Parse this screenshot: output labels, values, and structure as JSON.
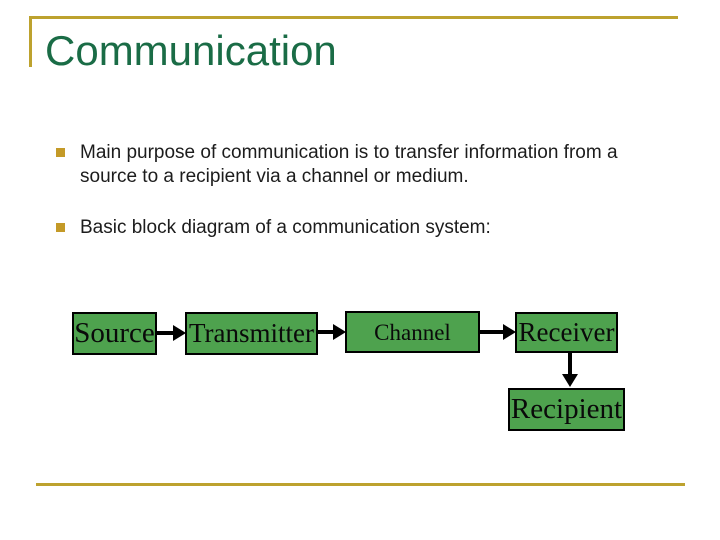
{
  "title": "Communication",
  "bullets": [
    {
      "text": "Main purpose of communication is to transfer information from a source to a recipient via a channel or medium."
    },
    {
      "text": "Basic block diagram of a communication system:"
    }
  ],
  "diagram": {
    "boxes": [
      {
        "label": "Source"
      },
      {
        "label": "Transmitter"
      },
      {
        "label": "Channel"
      },
      {
        "label": "Receiver"
      },
      {
        "label": "Recipient"
      }
    ],
    "flow": "Source → Transmitter → Channel → Receiver → Recipient"
  },
  "colors": {
    "title_green": "#1a6c46",
    "box_green": "#4ea24e",
    "rule_gold": "#bda22e",
    "bullet_gold": "#c49a28",
    "text": "#1c1c1c"
  }
}
